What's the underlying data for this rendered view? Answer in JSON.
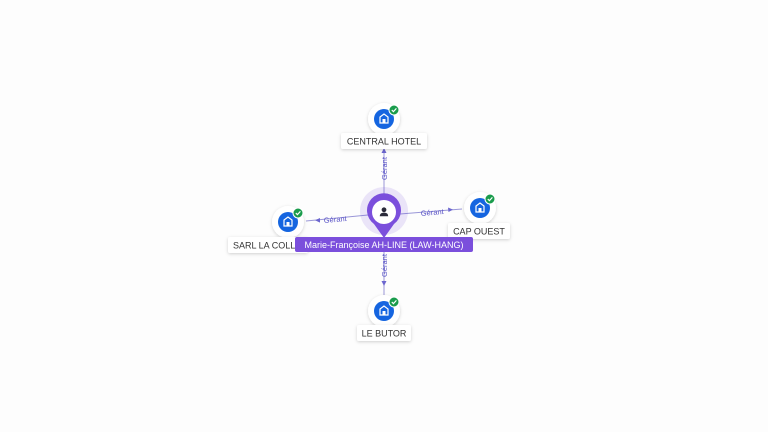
{
  "center": {
    "name": "Marie-Françoise AH-LINE (LAW-HANG)",
    "icon": "person-icon",
    "color": "#7b4fdc"
  },
  "companies": [
    {
      "id": "top",
      "name": "CENTRAL HOTEL",
      "relation": "Gérant",
      "icon": "building-icon",
      "badge": "verified-check-icon"
    },
    {
      "id": "right",
      "name": "CAP OUEST",
      "relation": "Gérant",
      "icon": "building-icon",
      "badge": "verified-check-icon"
    },
    {
      "id": "left",
      "name": "SARL LA COLL",
      "relation": "Gérant",
      "icon": "building-icon",
      "badge": "verified-check-icon"
    },
    {
      "id": "bottom",
      "name": "LE BUTOR",
      "relation": "Gérant",
      "icon": "building-icon",
      "badge": "verified-check-icon"
    }
  ],
  "colors": {
    "company_icon": "#1565e0",
    "badge": "#1a9c4c",
    "edge": "#9a97d8",
    "edge_label": "#5b55c7"
  }
}
